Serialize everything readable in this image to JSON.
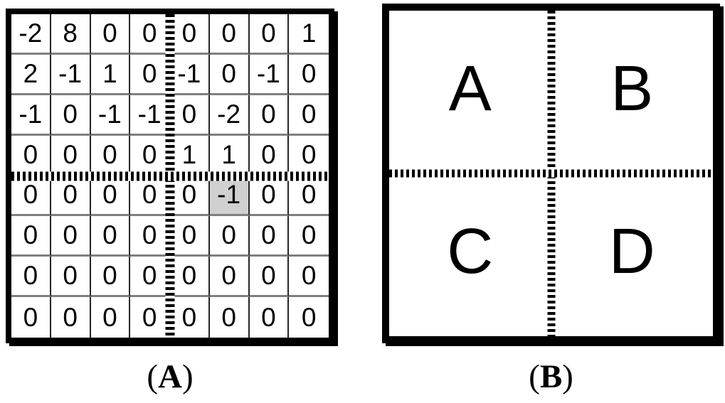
{
  "figure": {
    "panel_a": {
      "caption": {
        "open": "(",
        "letter": "A",
        "close": ")"
      },
      "grid": {
        "rows": 8,
        "cols": 8,
        "cells": [
          [
            -2,
            8,
            0,
            0,
            0,
            0,
            0,
            1
          ],
          [
            2,
            -1,
            1,
            0,
            -1,
            0,
            -1,
            0
          ],
          [
            -1,
            0,
            -1,
            -1,
            0,
            -2,
            0,
            0
          ],
          [
            0,
            0,
            0,
            0,
            1,
            1,
            0,
            0
          ],
          [
            0,
            0,
            0,
            0,
            0,
            -1,
            0,
            0
          ],
          [
            0,
            0,
            0,
            0,
            0,
            0,
            0,
            0
          ],
          [
            0,
            0,
            0,
            0,
            0,
            0,
            0,
            0
          ],
          [
            0,
            0,
            0,
            0,
            0,
            0,
            0,
            0
          ]
        ],
        "highlight_cell": {
          "row": 4,
          "col": 5,
          "value": -1
        }
      }
    },
    "panel_b": {
      "caption": {
        "open": "(",
        "letter": "B",
        "close": ")"
      },
      "quadrant_labels": [
        "A",
        "B",
        "C",
        "D"
      ]
    },
    "colors": {
      "border": "#000000",
      "gridline_v": "#262626",
      "gridline_h": "#7f7f7f",
      "highlight": "#d0d0d0",
      "text": "#000000",
      "bg": "#ffffff"
    }
  }
}
